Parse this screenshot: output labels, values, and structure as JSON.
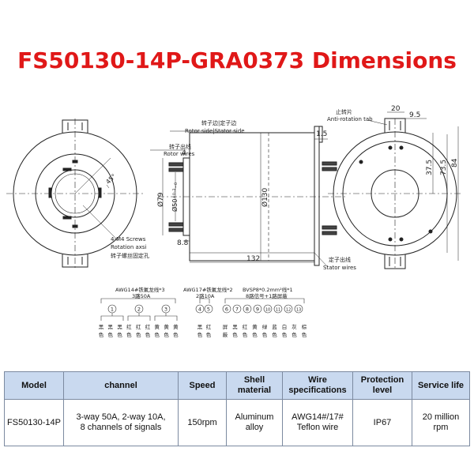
{
  "title": "FS50130-14P-GRA0373 Dimensions",
  "drawing": {
    "labels": {
      "rotor_stator_side": "转子边|定子边",
      "rotor_stator_side_en": "Rotor side|Stator side",
      "rotor_wires_cn": "转子出线",
      "rotor_wires_en": "Rotor wires",
      "dim_4": "4",
      "dim_1_5": "1.5",
      "dim_79": "Ø79",
      "dim_50": "Ø50⁺⁰·²₋₀",
      "dim_130": "Ø130",
      "dim_8_8": "8.8",
      "dim_132": "132",
      "stator_wires_cn": "定子出线",
      "stator_wires_en": "Stator wires",
      "screws_en": "4-M4 Screws",
      "rotation_axis_en": "Rotation axsi",
      "screws_cn": "转子螺丝固定孔",
      "angle_45": "45°",
      "anti_tab_cn": "止转片",
      "anti_tab_en": "Anti-rotation tab",
      "dim_20": "20",
      "dim_9_5": "9.5",
      "dim_37_5": "37.5",
      "dim_73_5": "73.5",
      "dim_84": "84"
    },
    "wiring": {
      "group1_header": "AWG14#铁氟龙线*3",
      "group1_sub": "3路50A",
      "group2_header": "AWG17#铁氟龙线*2",
      "group2_sub": "2路10A",
      "group3_header": "BVSP8*0.2mm²线*1",
      "group3_sub": "8路信号+1路屏蔽",
      "group1_nums": [
        "1",
        "2",
        "3"
      ],
      "group2_nums": [
        "4",
        "5"
      ],
      "group3_nums": [
        "6",
        "7",
        "8",
        "9",
        "10",
        "11",
        "12",
        "13"
      ],
      "group1_colors": [
        "黑色",
        "黑色",
        "黑色",
        "红色",
        "红色",
        "红色",
        "黄色",
        "黄色",
        "黄色"
      ],
      "group2_colors": [
        "黑色",
        "红色"
      ],
      "group3_colors": [
        "屏蔽",
        "黑色",
        "红色",
        "黄色",
        "绿色",
        "蓝色",
        "白色",
        "灰色",
        "棕色"
      ]
    }
  },
  "table": {
    "headers": [
      "Model",
      "channel",
      "Speed",
      "Shell\nmaterial",
      "Wire\nspecifications",
      "Protection\nlevel",
      "Service life"
    ],
    "row": [
      "FS50130-14P",
      "3-way 50A, 2-way 10A,\n8 channels of signals",
      "150rpm",
      "Aluminum\nalloy",
      "AWG14#/17#\nTeflon wire",
      "IP67",
      "20 million rpm"
    ]
  }
}
